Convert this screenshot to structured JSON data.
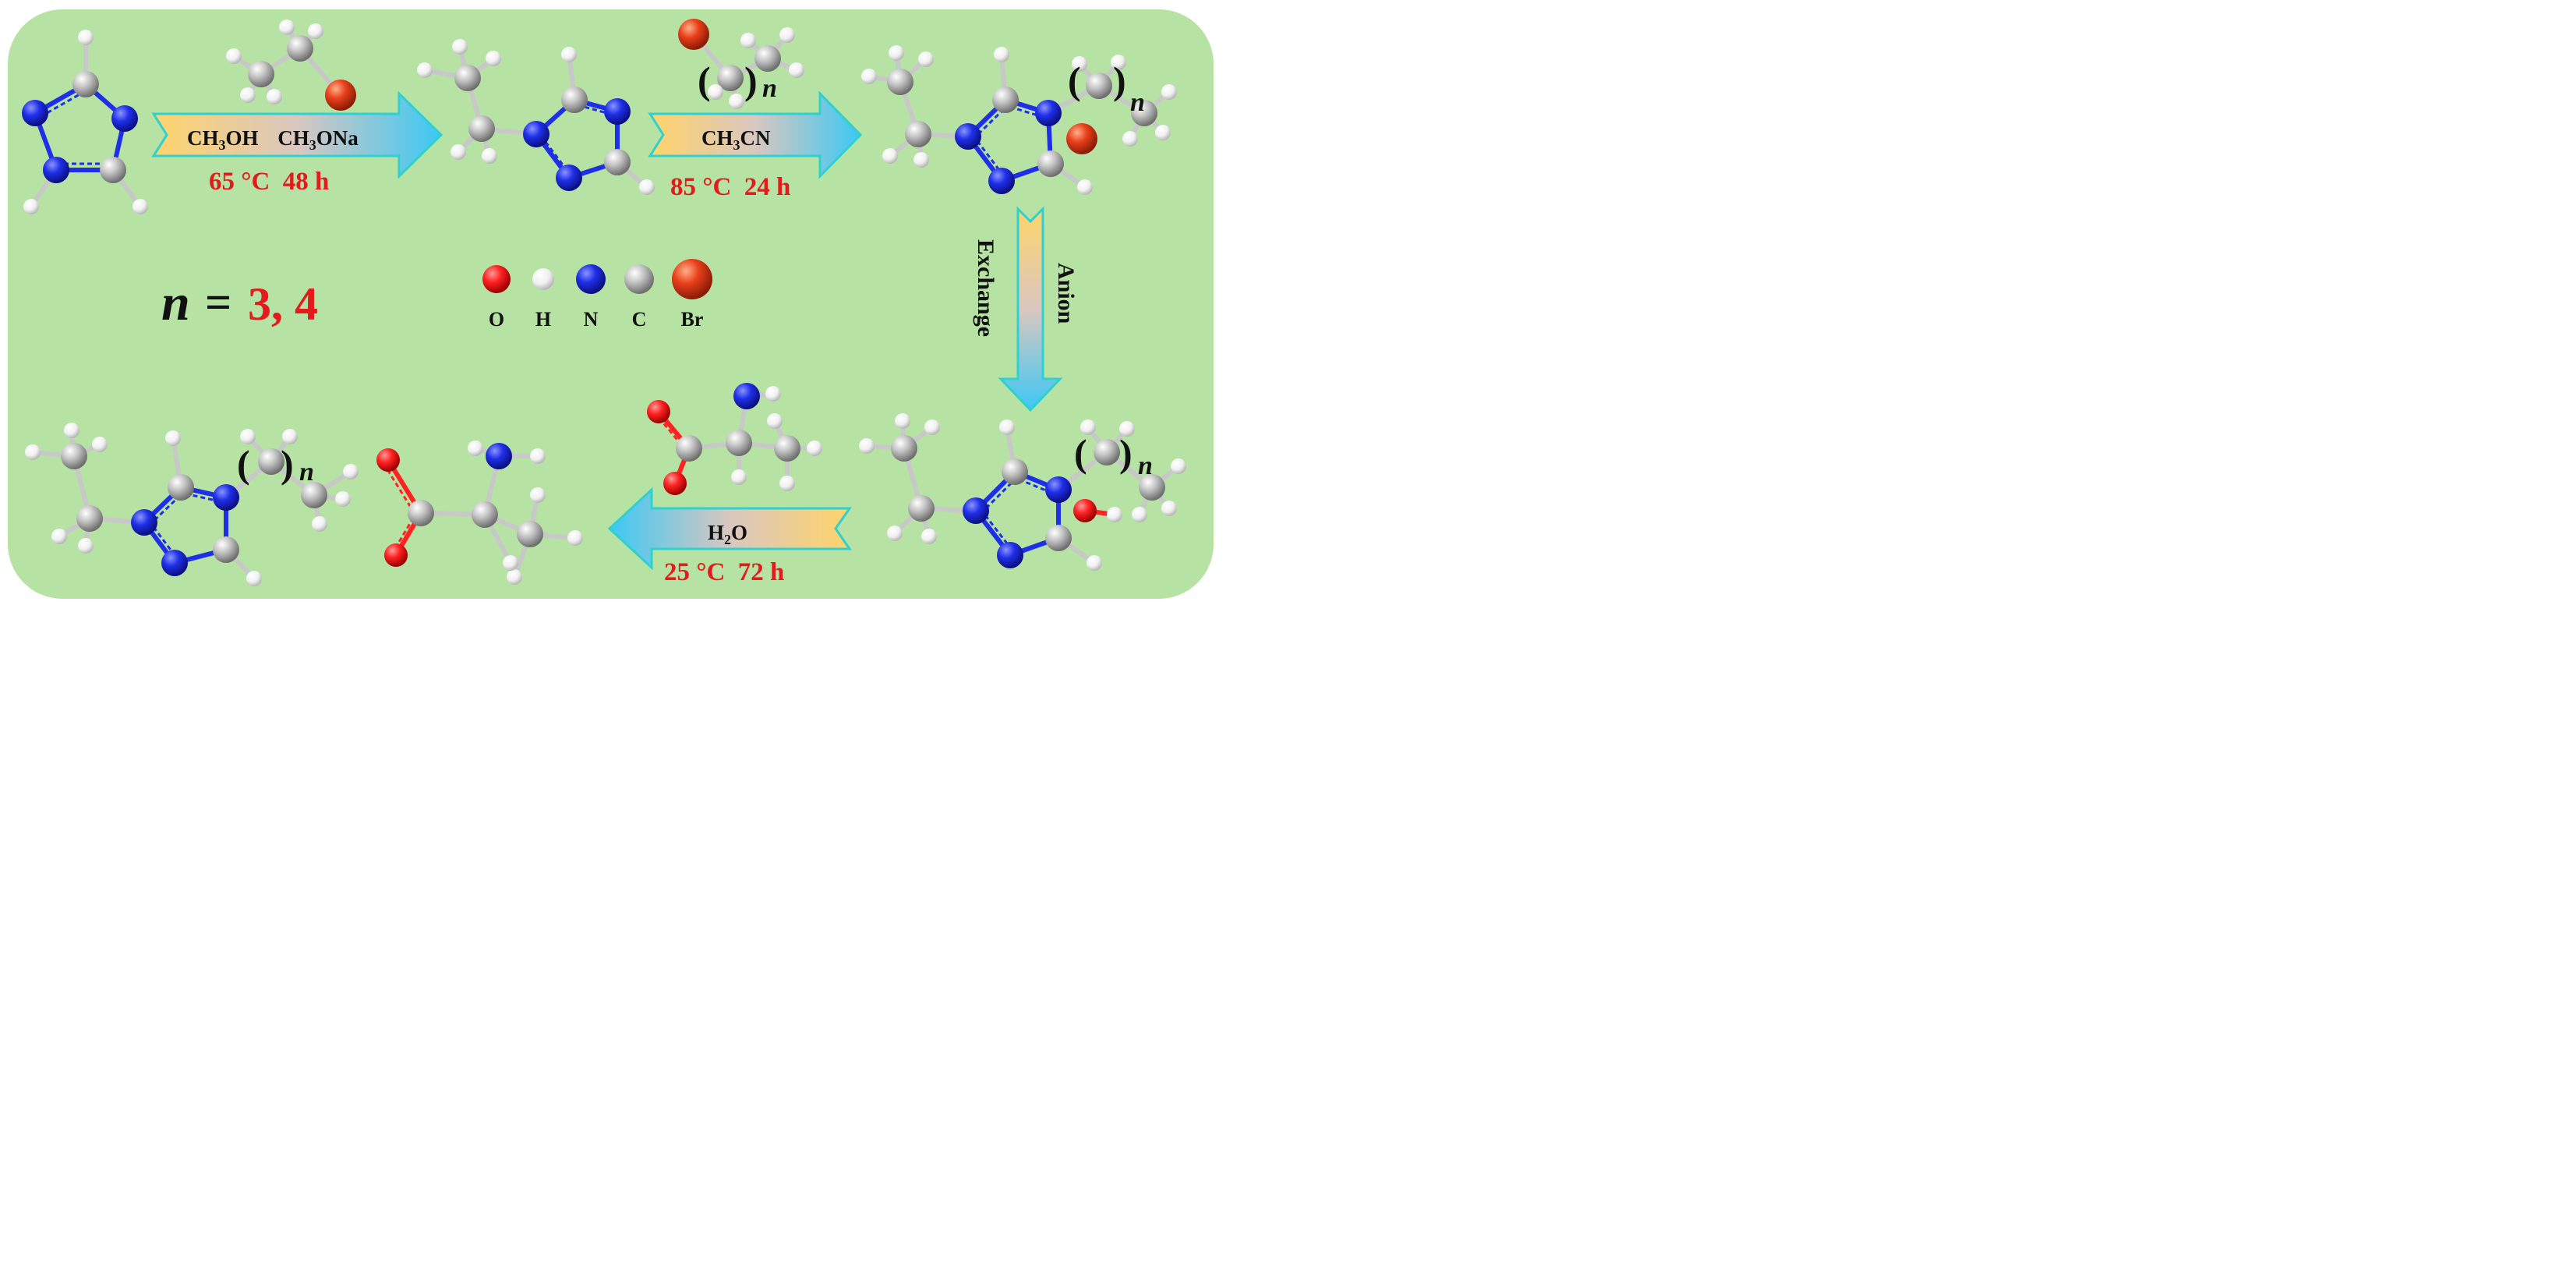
{
  "colors": {
    "panel": "#b6e2a3",
    "oxygen": "#ff2222",
    "hydrogen": "#f4f4f4",
    "nitrogen": "#1f2fe8",
    "carbon": "#bdbdbd",
    "bromine": "#e8401a",
    "condition_text": "#e41a1c",
    "arrow_start": "#ffd46a",
    "arrow_end": "#3cc8f5"
  },
  "steps": [
    {
      "reagents": [
        "CH",
        "3",
        "OH",
        "CH",
        "3",
        "ONa"
      ],
      "conditions": "65 °C  48 h",
      "symbol": "(",
      "symbol_close": ")",
      "subscript": "n"
    },
    {
      "reagents": [
        "CH",
        "3",
        "CN"
      ],
      "conditions": "85 °C  24 h"
    },
    {
      "label_left": "Exchange",
      "label_right": "Anion"
    },
    {
      "reagents": [
        "H",
        "2",
        "O"
      ],
      "conditions": "25 °C  72 h"
    }
  ],
  "n_statement": {
    "variable": "n",
    "equals": " =",
    "values": "3, 4"
  },
  "legend": [
    {
      "symbol": "O",
      "element": "oxygen"
    },
    {
      "symbol": "H",
      "element": "hydrogen"
    },
    {
      "symbol": "N",
      "element": "nitrogen"
    },
    {
      "symbol": "C",
      "element": "carbon"
    },
    {
      "symbol": "Br",
      "element": "bromine"
    }
  ]
}
